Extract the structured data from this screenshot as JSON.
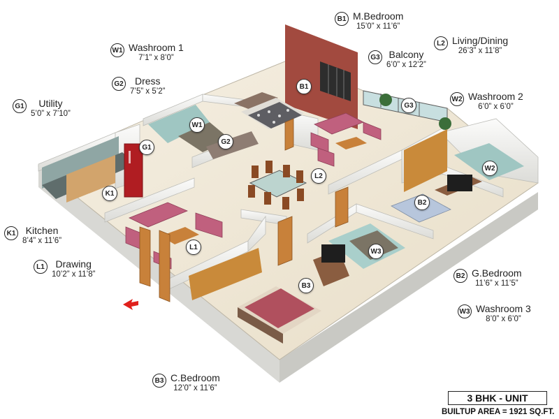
{
  "rooms": [
    {
      "id": "B1",
      "code": "B1",
      "name": "M.Bedroom",
      "dims": "15’0” x 11’6”"
    },
    {
      "id": "W1",
      "code": "W1",
      "name": "Washroom 1",
      "dims": "7’1” x 8’0”"
    },
    {
      "id": "G2",
      "code": "G2",
      "name": "Dress",
      "dims": "7’5” x 5’2”"
    },
    {
      "id": "G1",
      "code": "G1",
      "name": "Utility",
      "dims": "5’0” x 7’10”"
    },
    {
      "id": "G3",
      "code": "G3",
      "name": "Balcony",
      "dims": "6’0” x 12’2”"
    },
    {
      "id": "L2",
      "code": "L2",
      "name": "Living/Dining",
      "dims": "26’3” x 11’8”"
    },
    {
      "id": "W2",
      "code": "W2",
      "name": "Washroom 2",
      "dims": "6’0” x 6’0”"
    },
    {
      "id": "K1",
      "code": "K1",
      "name": "Kitchen",
      "dims": "8’4” x 11’6”"
    },
    {
      "id": "L1",
      "code": "L1",
      "name": "Drawing",
      "dims": "10’2” x 11’8”"
    },
    {
      "id": "B2",
      "code": "B2",
      "name": "G.Bedroom",
      "dims": "11’6” x 11’5”"
    },
    {
      "id": "W3",
      "code": "W3",
      "name": "Washroom 3",
      "dims": "8’0” x 6’0”"
    },
    {
      "id": "B3",
      "code": "B3",
      "name": "C.Bedroom",
      "dims": "12’0” x 11’6”"
    }
  ],
  "map_badges": [
    "B1",
    "W1",
    "G2",
    "G1",
    "G3",
    "L2",
    "W2",
    "K1",
    "L1",
    "B2",
    "W3",
    "B3"
  ],
  "unit": {
    "type": "3 BHK - UNIT",
    "builtup": "BUILTUP AREA = 1921 SQ.FT."
  },
  "colors": {
    "floor": "#efe7d6",
    "wall": "#f4f4f2",
    "accent_wall": "#a24a3f",
    "sofa": "#c0607e",
    "bedspread": "#b0505e",
    "wood": "#c8813a",
    "entry_arrow": "#e0201c"
  }
}
